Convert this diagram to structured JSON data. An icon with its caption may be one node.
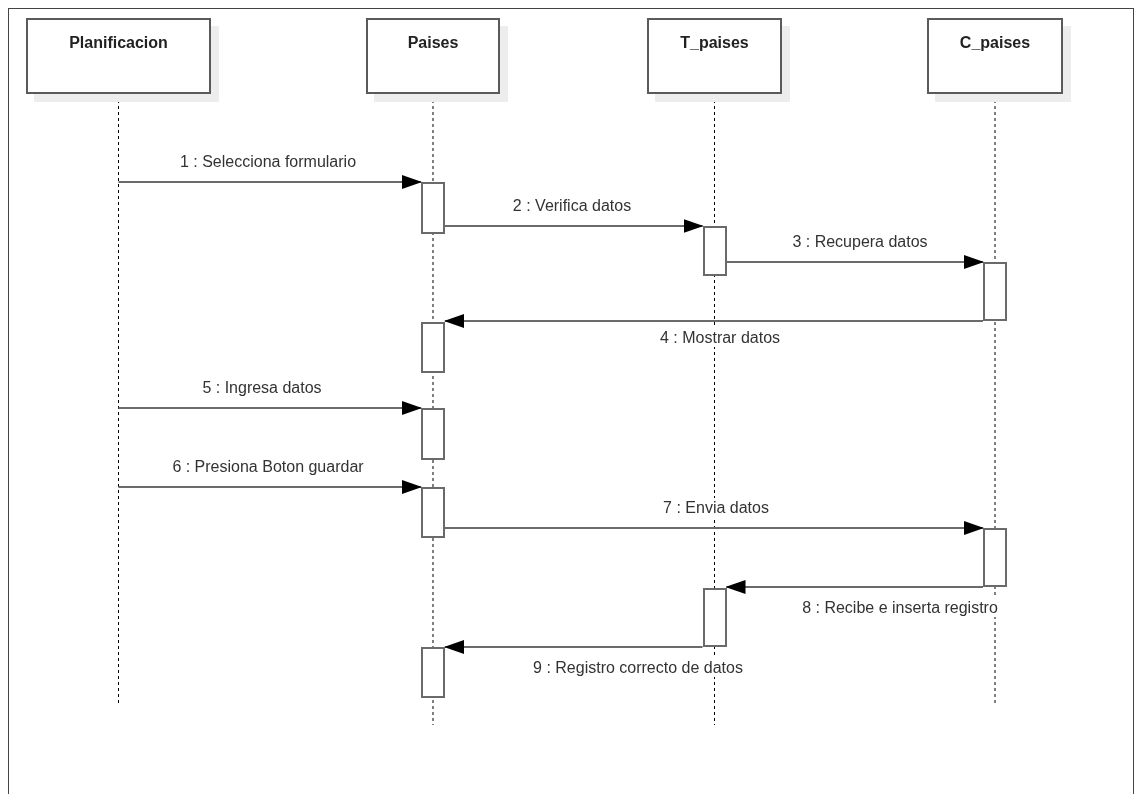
{
  "diagram": {
    "nodes": [
      {
        "text": [
          "Planificacion"
        ]
      },
      {
        "text": [
          "Paises"
        ]
      },
      {
        "text": [
          "T_paises"
        ]
      },
      {
        "text": [
          "C_paises"
        ]
      },
      {
        "text": [],
        "shape": "bar"
      },
      {
        "text": [],
        "shape": "bar"
      },
      {
        "text": [],
        "shape": "bar"
      },
      {
        "text": [],
        "shape": "bar"
      },
      {
        "text": [],
        "shape": "bar"
      },
      {
        "text": [],
        "shape": "bar"
      },
      {
        "text": [],
        "shape": "bar"
      },
      {
        "text": [],
        "shape": "bar"
      },
      {
        "text": [],
        "shape": "bar"
      }
    ],
    "edges": [
      {
        "from": null,
        "to": 4,
        "arrow": "to",
        "label": "1 : Selecciona formulario"
      },
      {
        "from": 4,
        "to": 5,
        "arrow": "to",
        "label": "2 : Verifica datos"
      },
      {
        "from": 5,
        "to": 6,
        "arrow": "to",
        "label": "3 : Recupera datos"
      },
      {
        "from": 6,
        "to": 7,
        "arrow": "to",
        "label": "4 : Mostrar datos"
      },
      {
        "from": null,
        "to": 8,
        "arrow": "to",
        "label": "5 : Ingresa datos"
      },
      {
        "from": null,
        "to": 9,
        "arrow": "to",
        "label": "6 : Presiona Boton guardar"
      },
      {
        "from": 9,
        "to": 10,
        "arrow": "to",
        "label": "7 : Envia datos"
      },
      {
        "from": 10,
        "to": 11,
        "arrow": "to",
        "label": "8 : Recibe e inserta registro"
      },
      {
        "from": 11,
        "to": 12,
        "arrow": "to",
        "label": "9 : Registro correcto de datos"
      }
    ]
  }
}
